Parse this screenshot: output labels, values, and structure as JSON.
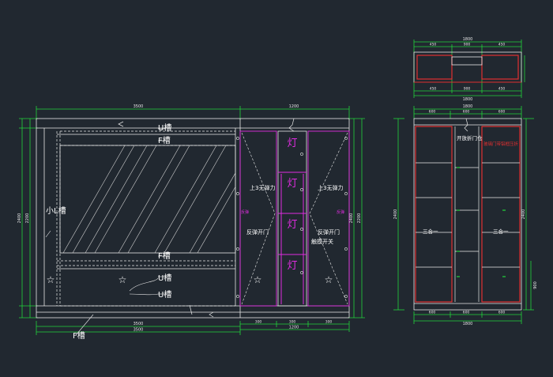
{
  "colors": {
    "background": "#212830",
    "outline": "#e8e8e8",
    "dimension": "#22d43a",
    "dimension_text": "#e6e6e6",
    "panel_red": "#e03030",
    "lamp_magenta": "#e02ce0",
    "note": "#ffffff"
  },
  "top_view": {
    "dim_top": "1800",
    "dim_top_sub": [
      "450",
      "900",
      "450"
    ],
    "dim_bottom_sub": [
      "450",
      "900",
      "450"
    ],
    "dim_bottom": "1800"
  },
  "front_view": {
    "dim_top_left": "3500",
    "dim_top_right": "1200",
    "left_height_outer": "2400",
    "left_height_inner": "2200",
    "right_height_outer": "2400",
    "right_height_inner": "2200",
    "dim_bottom_left": "3500",
    "dim_bottom_left_total": "3500",
    "dim_bottom_right": [
      "300",
      "300",
      "300"
    ],
    "dim_bottom_right_total": "1200",
    "labels": {
      "u_slot_top": "U槽",
      "f_slot_top": "F槽",
      "small_l_slot": "小L槽",
      "f_slot_mid": "F槽",
      "u_slot_mid": "U槽",
      "u_slot_low": "U槽",
      "f_slot_bottom": "F槽",
      "no_spring_left": "上3无弹力",
      "no_spring_right": "上3无弹力",
      "rebound_left": "反弹开门",
      "rebound_right": "反弹开门",
      "touch_switch": "触摸开关",
      "lamp": "灯",
      "side_left": "反弹",
      "side_right": "反弹"
    }
  },
  "side_view": {
    "dim_top": "1800",
    "dim_top_sub": [
      "600",
      "600",
      "600"
    ],
    "left_height": "2400",
    "right_height": "2400",
    "right_sub_height": "900",
    "dim_bottom_sub": [
      "600",
      "600",
      "600"
    ],
    "dim_bottom": "1800",
    "labels": {
      "open_door": "开放折门仓",
      "glass_cabinet": "玻璃门带铝框压折",
      "three_in_one_left": "三合一",
      "three_in_one_right": "三合一"
    }
  }
}
